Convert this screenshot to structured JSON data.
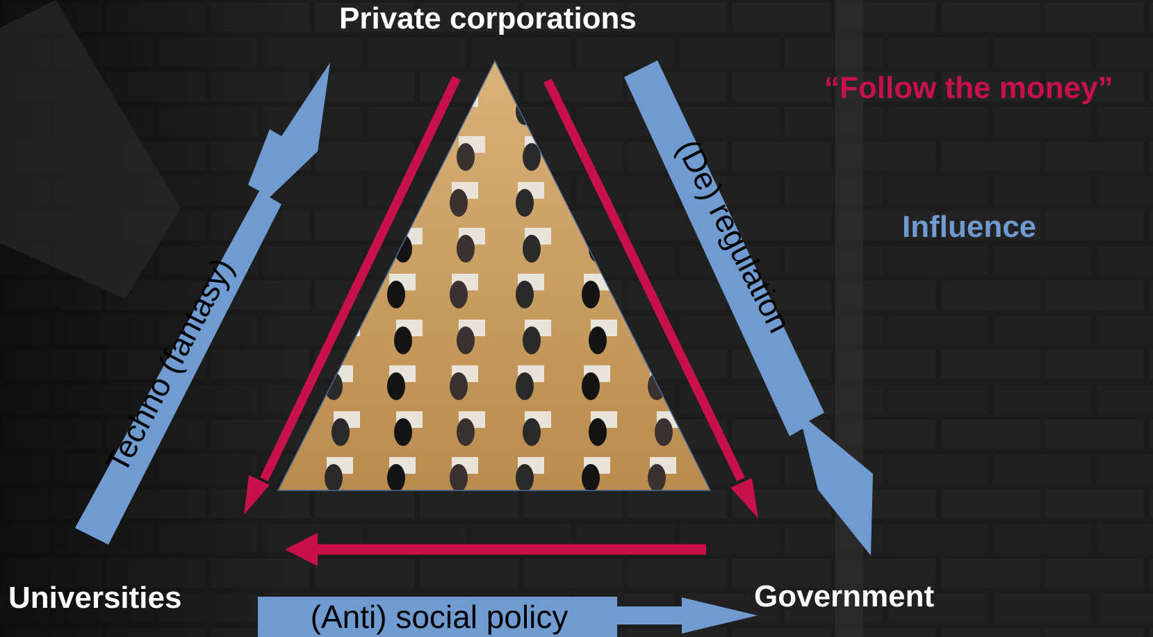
{
  "nodes": {
    "top": "Private corporations",
    "left": "Universities",
    "right": "Government"
  },
  "arrows": {
    "left_edge": "Techno (fantasy)",
    "right_edge": "(De) regulation",
    "bottom_edge": "(Anti) social policy"
  },
  "legend": {
    "red": "“Follow the money”",
    "blue": "Influence"
  },
  "colors": {
    "red": "#c8104a",
    "blue": "#6f9bd1",
    "background": "#1b1b1b",
    "text": "#ffffff"
  },
  "image": {
    "subject": "exam-hall-photo"
  }
}
